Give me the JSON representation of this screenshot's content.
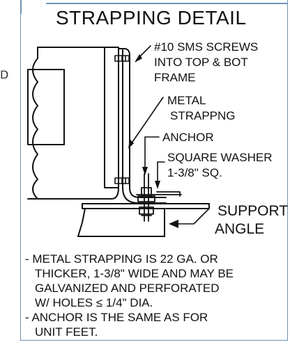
{
  "left_edge_text": "D",
  "title": "STRAPPING DETAIL",
  "callouts": {
    "screws_line1": "#10 SMS SCREWS",
    "screws_line2": "INTO TOP & BOT",
    "screws_line3": "FRAME",
    "strap_line1": "METAL",
    "strap_line2": "STRAPPNG",
    "anchor": "ANCHOR",
    "washer_line1": "SQUARE WASHER",
    "washer_line2": "1-3/8\" SQ.",
    "support_line1": "SUPPORT",
    "support_line2": "ANGLE"
  },
  "notes": [
    {
      "line1": "- METAL STRAPPING IS 22 GA. OR",
      "line2": "THICKER, 1-3/8\" WIDE AND MAY BE",
      "line3": "GALVANIZED AND PERFORATED",
      "line4": "W/ HOLES ≤ 1/4\" DIA."
    },
    {
      "line1": "- ANCHOR IS THE SAME AS FOR",
      "line2": "UNIT FEET."
    }
  ]
}
